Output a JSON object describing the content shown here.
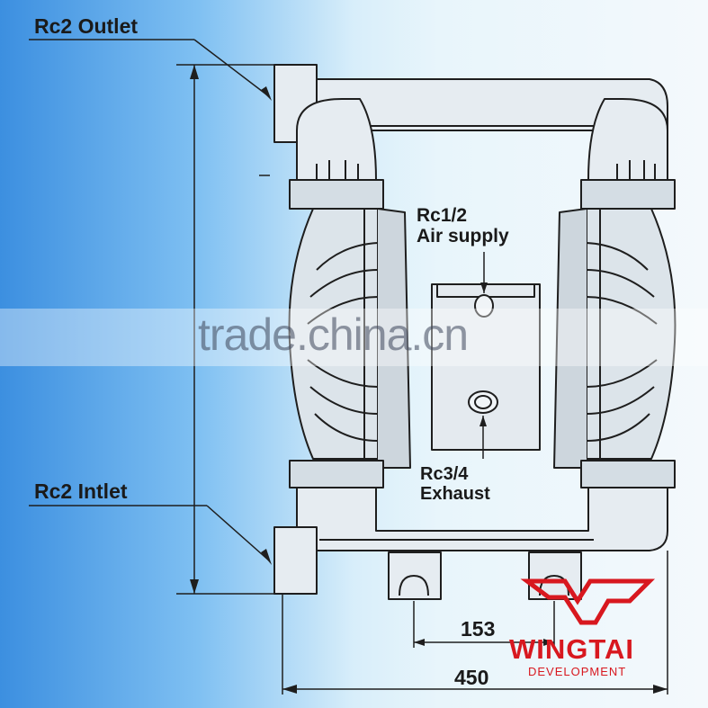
{
  "labels": {
    "outlet": "Rc2 Outlet",
    "inlet": "Rc2 Intlet",
    "air_supply_size": "Rc1/2",
    "air_supply_name": "Air supply",
    "exhaust_size": "Rc3/4",
    "exhaust_name": "Exhaust",
    "dim_inner": "153",
    "dim_outer": "450"
  },
  "watermark": "trade.china.cn",
  "logo": {
    "name": "WINGTAI",
    "sub": "DEVELOPMENT",
    "color": "#d8181f"
  },
  "colors": {
    "line": "#1e1e1e",
    "metal": "#dfe6ec",
    "shade": "#9aa6b0"
  }
}
